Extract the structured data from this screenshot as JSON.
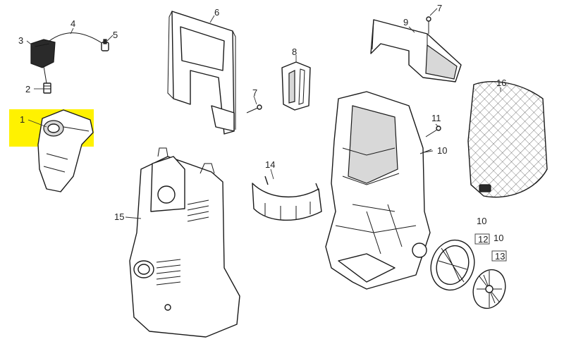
{
  "highlight_color": "#fff200",
  "callouts": [
    {
      "id": "c1",
      "label": "1"
    },
    {
      "id": "c2",
      "label": "2"
    },
    {
      "id": "c3",
      "label": "3"
    },
    {
      "id": "c4",
      "label": "4"
    },
    {
      "id": "c5",
      "label": "5"
    },
    {
      "id": "c6",
      "label": "6"
    },
    {
      "id": "c7a",
      "label": "7"
    },
    {
      "id": "c7b",
      "label": "7"
    },
    {
      "id": "c8",
      "label": "8"
    },
    {
      "id": "c9",
      "label": "9"
    },
    {
      "id": "c10a",
      "label": "10"
    },
    {
      "id": "c10b",
      "label": "10"
    },
    {
      "id": "c10c",
      "label": "10"
    },
    {
      "id": "c11",
      "label": "11"
    },
    {
      "id": "c12",
      "label": "12"
    },
    {
      "id": "c13",
      "label": "13"
    },
    {
      "id": "c14",
      "label": "14"
    },
    {
      "id": "c15",
      "label": "15"
    },
    {
      "id": "c16",
      "label": "16"
    }
  ]
}
